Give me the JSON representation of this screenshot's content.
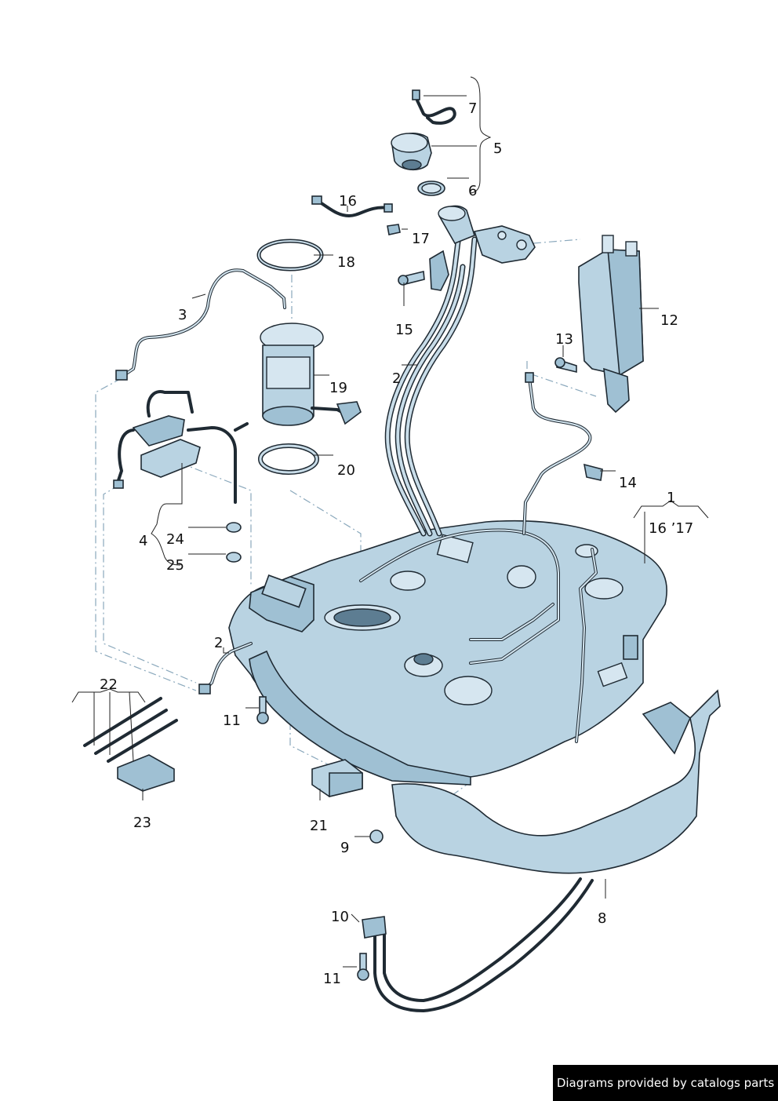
{
  "callouts": {
    "c1": "1",
    "c2a": "2",
    "c2b": "2",
    "c3": "3",
    "c4": "4",
    "c5": "5",
    "c6": "6",
    "c7": "7",
    "c8": "8",
    "c9": "9",
    "c10": "10",
    "c11a": "11",
    "c11b": "11",
    "c12": "12",
    "c13": "13",
    "c14": "14",
    "c15": "15",
    "c16": "16",
    "c16_17": "16 ’17",
    "c17": "17",
    "c18": "18",
    "c19": "19",
    "c20": "20",
    "c21": "21",
    "c22": "22",
    "c23": "23",
    "c24": "24",
    "c25": "25"
  },
  "watermark": "Diagrams provided by catalogs parts",
  "colors": {
    "part_fill": "#b9d3e2",
    "outline": "#1f2a33",
    "leader_dashed": "#8aa8bc"
  }
}
